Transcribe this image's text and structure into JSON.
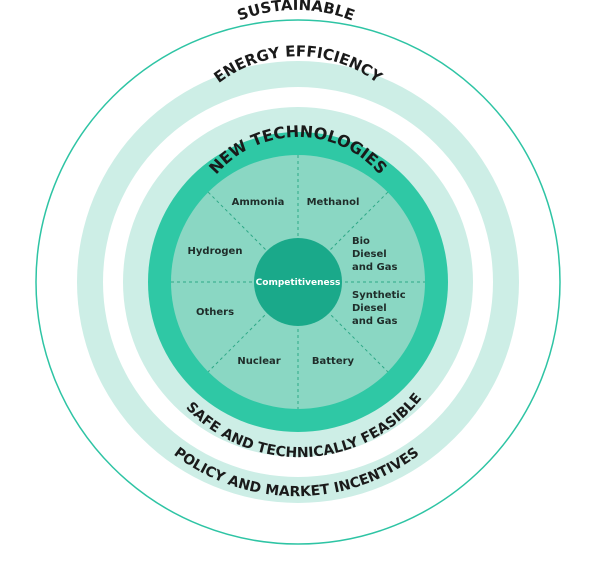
{
  "colors": {
    "outline": "#2ec4a4",
    "band_light": "#cdeee6",
    "ring_dark": "#2fc8a5",
    "inner_fill": "#8ad7c3",
    "divider": "#2fa887",
    "center": "#1aa98a"
  },
  "rings": {
    "sustainable": "SUSTAINABLE",
    "energy_efficiency": "ENERGY EFFICIENCY",
    "new_technologies": "NEW TECHNOLOGIES",
    "safe_feasible": "SAFE AND TECHNICALLY FEASIBLE",
    "policy_incentives": "POLICY AND MARKET INCENTIVES"
  },
  "segments": [
    {
      "lines": [
        "Ammonia"
      ]
    },
    {
      "lines": [
        "Methanol"
      ]
    },
    {
      "lines": [
        "Bio",
        "Diesel",
        "and Gas"
      ]
    },
    {
      "lines": [
        "Synthetic",
        "Diesel",
        "and Gas"
      ]
    },
    {
      "lines": [
        "Battery"
      ]
    },
    {
      "lines": [
        "Nuclear"
      ]
    },
    {
      "lines": [
        "Others"
      ]
    },
    {
      "lines": [
        "Hydrogen"
      ]
    }
  ],
  "center": {
    "label": "Competitiveness"
  }
}
